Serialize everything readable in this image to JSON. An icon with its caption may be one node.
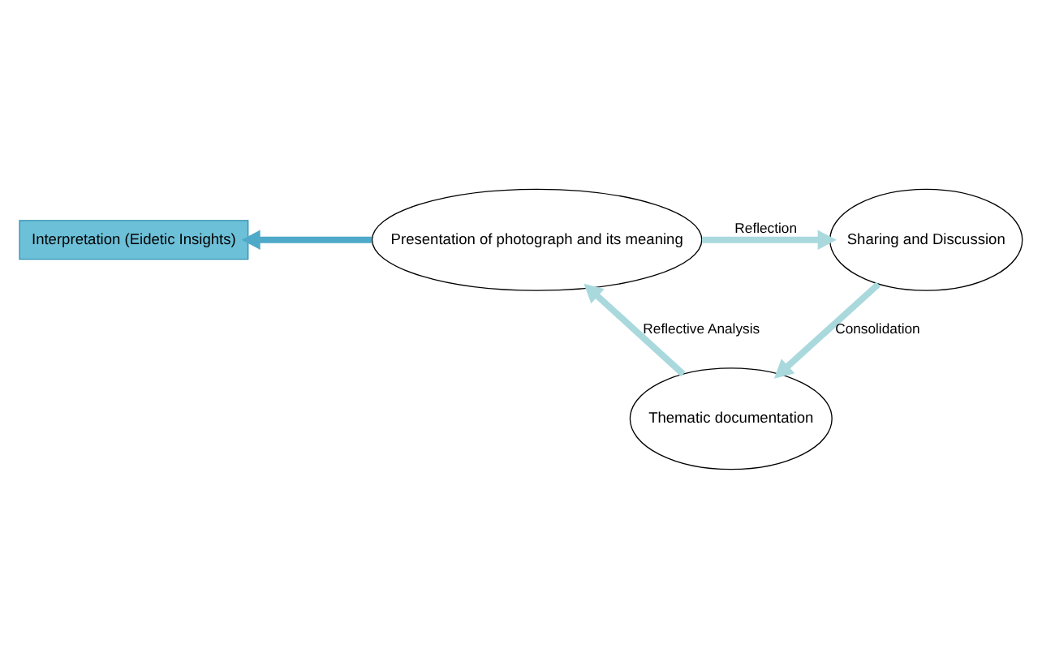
{
  "diagram": {
    "nodes": [
      {
        "text": [
          "Presentation of photograph and its meaning"
        ]
      },
      {
        "text": [
          "Sharing and Discussion"
        ]
      },
      {
        "text": [
          "Thematic documentation"
        ]
      },
      {
        "text": [
          "Interpretation (Eidetic Insights)"
        ]
      }
    ],
    "edges": [
      {
        "from": 0,
        "to": 1,
        "arrow": "to",
        "label": "Reflection"
      },
      {
        "from": 1,
        "to": 2,
        "arrow": "to",
        "label": "Consolidation"
      },
      {
        "from": 2,
        "to": 0,
        "arrow": "to",
        "label": "Reflective Analysis"
      },
      {
        "from": 0,
        "to": 3,
        "arrow": "to",
        "color": "#4fa9c9"
      }
    ]
  }
}
